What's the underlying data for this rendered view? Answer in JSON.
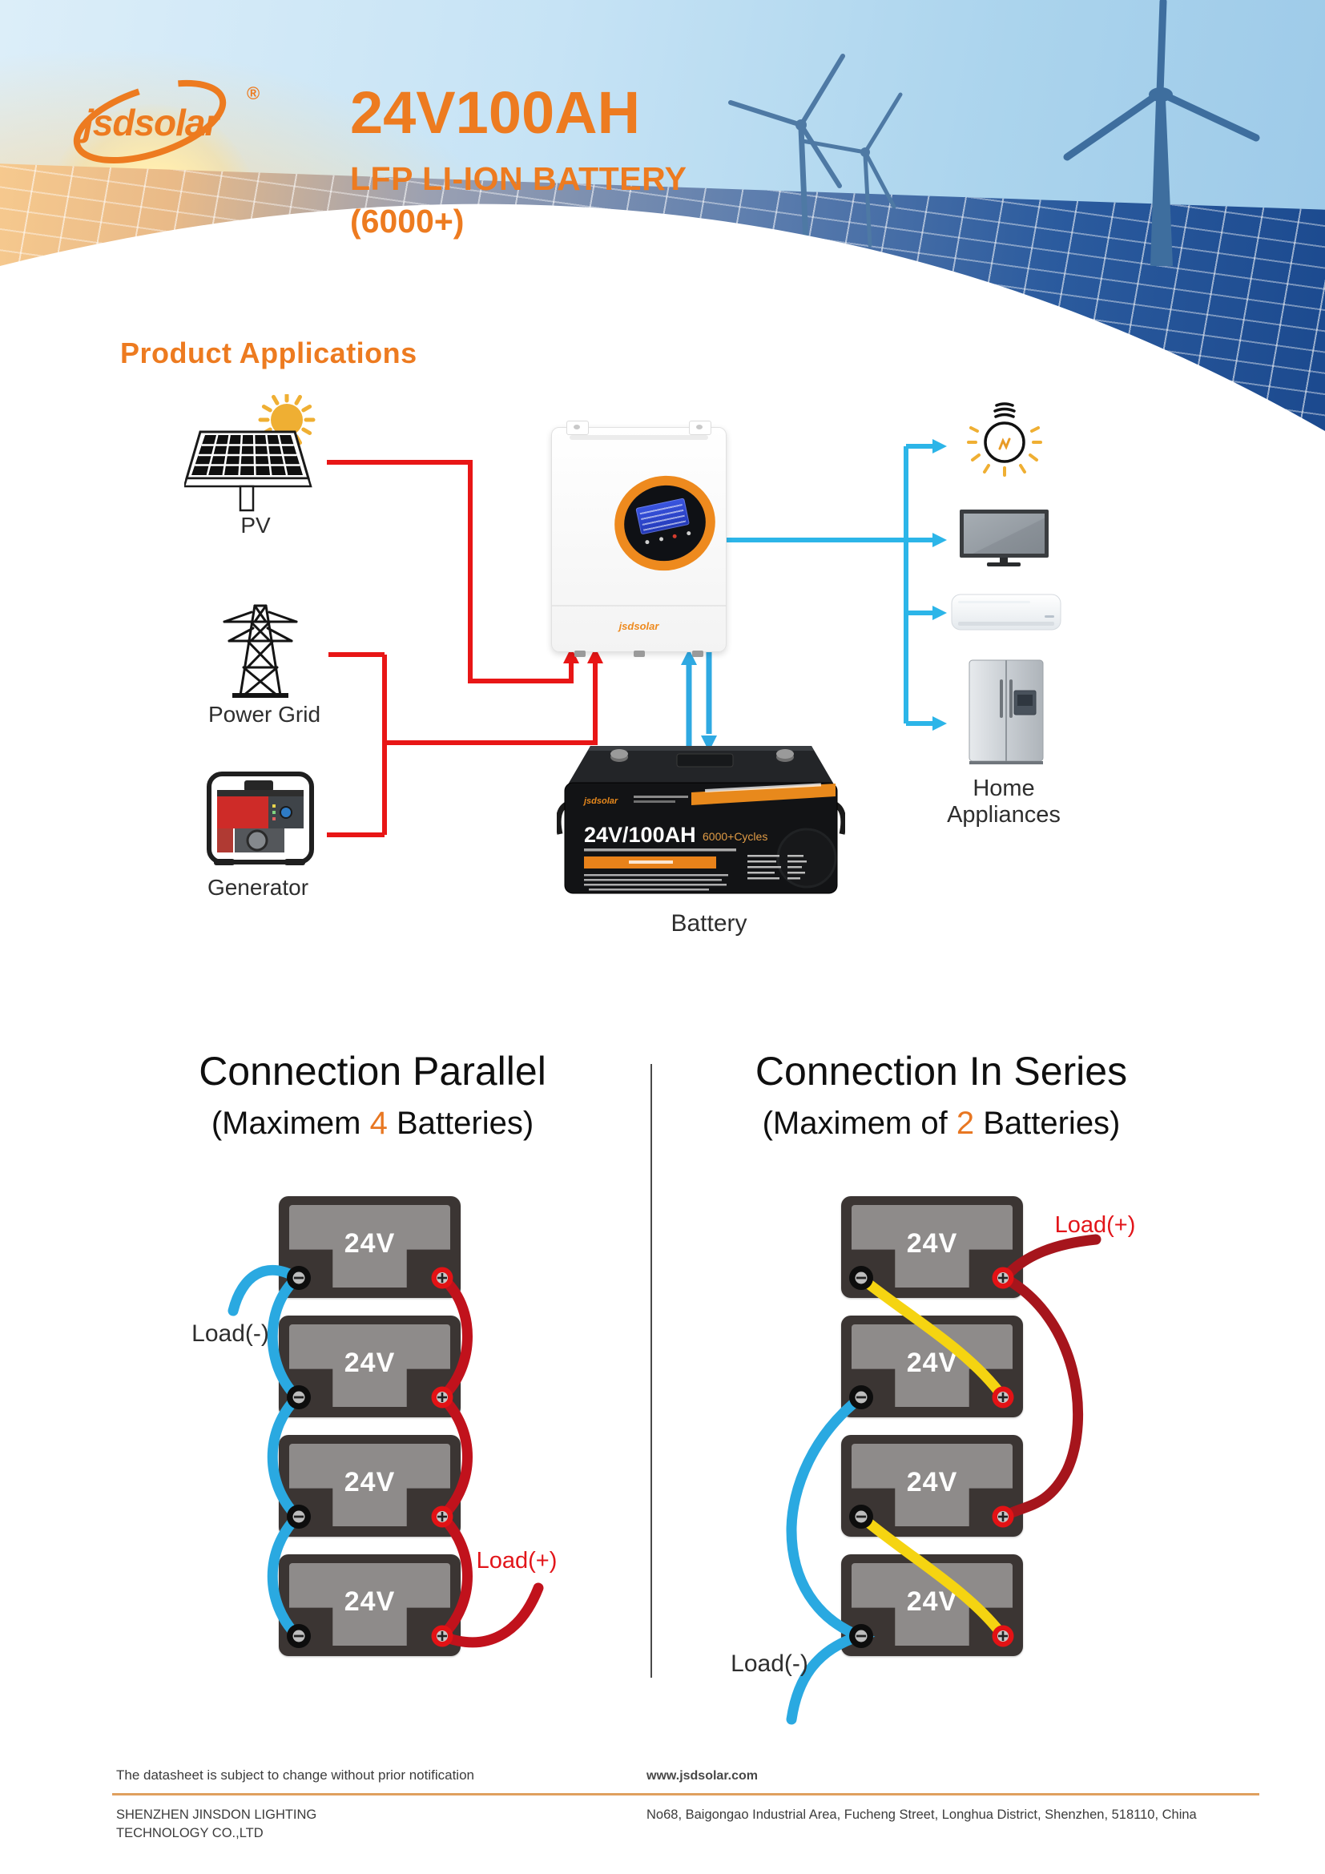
{
  "colors": {
    "brand_orange": "#ED7B20",
    "line_red": "#E81616",
    "wire_red": "#C1121C",
    "wire_dark_red": "#A6151C",
    "wire_blue": "#2AA9E1",
    "line_cyan": "#2CB5E8",
    "wire_yellow": "#F5D411",
    "load_label_red": "#E2151A"
  },
  "header": {
    "logo": "jsdsolar",
    "registered": "®",
    "title": "24V100AH",
    "subtitle1": "LFP LI-ION BATTERY",
    "subtitle2": "(6000+)"
  },
  "applications": {
    "title": "Product Applications",
    "pv_label": "PV",
    "grid_label": "Power Grid",
    "generator_label": "Generator",
    "battery_label": "Battery",
    "appliances_label": "Home Appliances",
    "inverter_logo": "jsdsolar",
    "battery_face": {
      "brand": "jsdsolar",
      "model": "24V/100AH",
      "cycles": "6000+Cycles"
    }
  },
  "parallel": {
    "title": "Connection Parallel",
    "subtitle_prefix": "(Maximem ",
    "subtitle_highlight": "4",
    "subtitle_suffix": " Batteries)",
    "battery_voltage": "24V",
    "load_negative": "Load(-)",
    "load_positive": "Load(+)"
  },
  "series": {
    "title": "Connection In Series",
    "subtitle_prefix": "(Maximem of ",
    "subtitle_highlight": "2",
    "subtitle_suffix": " Batteries)",
    "battery_voltage": "24V",
    "load_negative": "Load(-)",
    "load_positive": "Load(+)"
  },
  "footer": {
    "note": "The datasheet is subject to change without prior notification",
    "website": "www.jsdsolar.com",
    "company_line1": "SHENZHEN JINSDON LIGHTING",
    "company_line2": "TECHNOLOGY CO.,LTD",
    "address": "No68, Baigongao Industrial Area, Fucheng Street, Longhua District, Shenzhen, 518110, China"
  }
}
